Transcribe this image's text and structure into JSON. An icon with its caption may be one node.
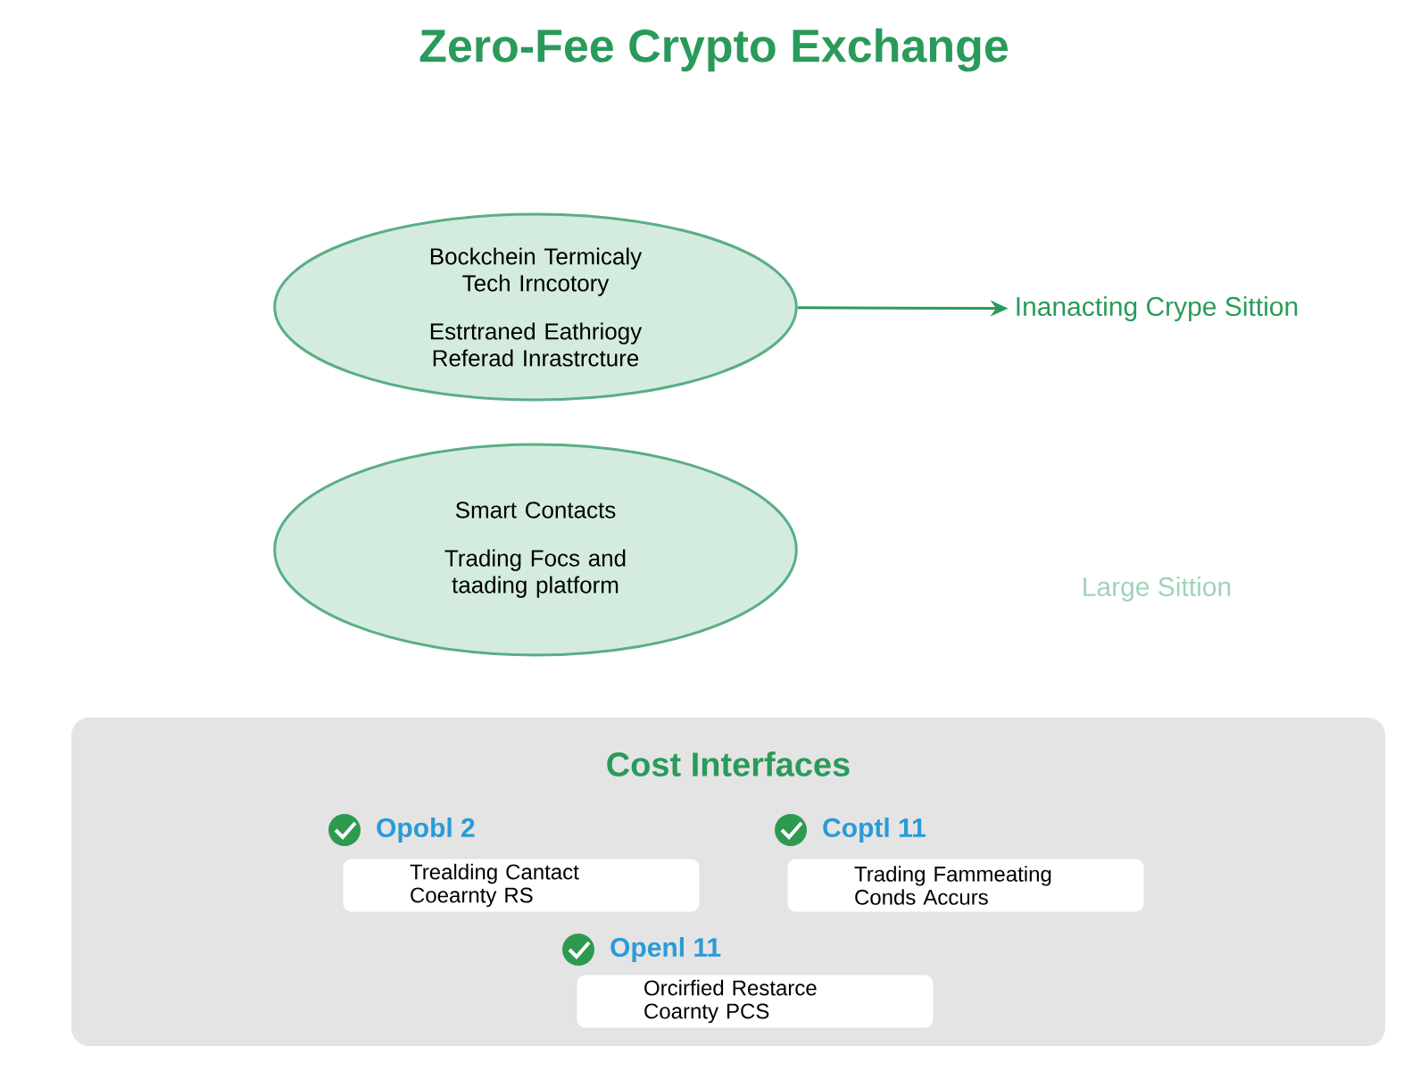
{
  "diagram": {
    "title": "Zero-Fee Crypto Exchange",
    "nodes": [
      {
        "text": [
          "Bockchein Termicaly Tech Irncotory",
          "Estrtraned Eathriogy Referad Inrastrcture"
        ]
      },
      {
        "text": [
          "Inanacting Crype Sittion"
        ]
      },
      {
        "text": [
          "Smart Contacts",
          "Trading Focs and taading platform"
        ]
      },
      {
        "text": [
          "Cost Interfaces"
        ]
      },
      {
        "text": [
          "Opobl 2",
          "Trealding Cantact Coearnty RS"
        ],
        "in": 3
      },
      {
        "text": [
          "Coptl 11",
          "Trading Fammeating Conds Accurs"
        ],
        "in": 3
      },
      {
        "text": [
          "Openl 11",
          "Orcirfied Restarce Coarnty PCS"
        ],
        "in": 3
      }
    ],
    "edges": [
      {
        "from": 0,
        "to": 1,
        "arrow": "to"
      }
    ],
    "labels": [
      "Large Sittion"
    ]
  }
}
